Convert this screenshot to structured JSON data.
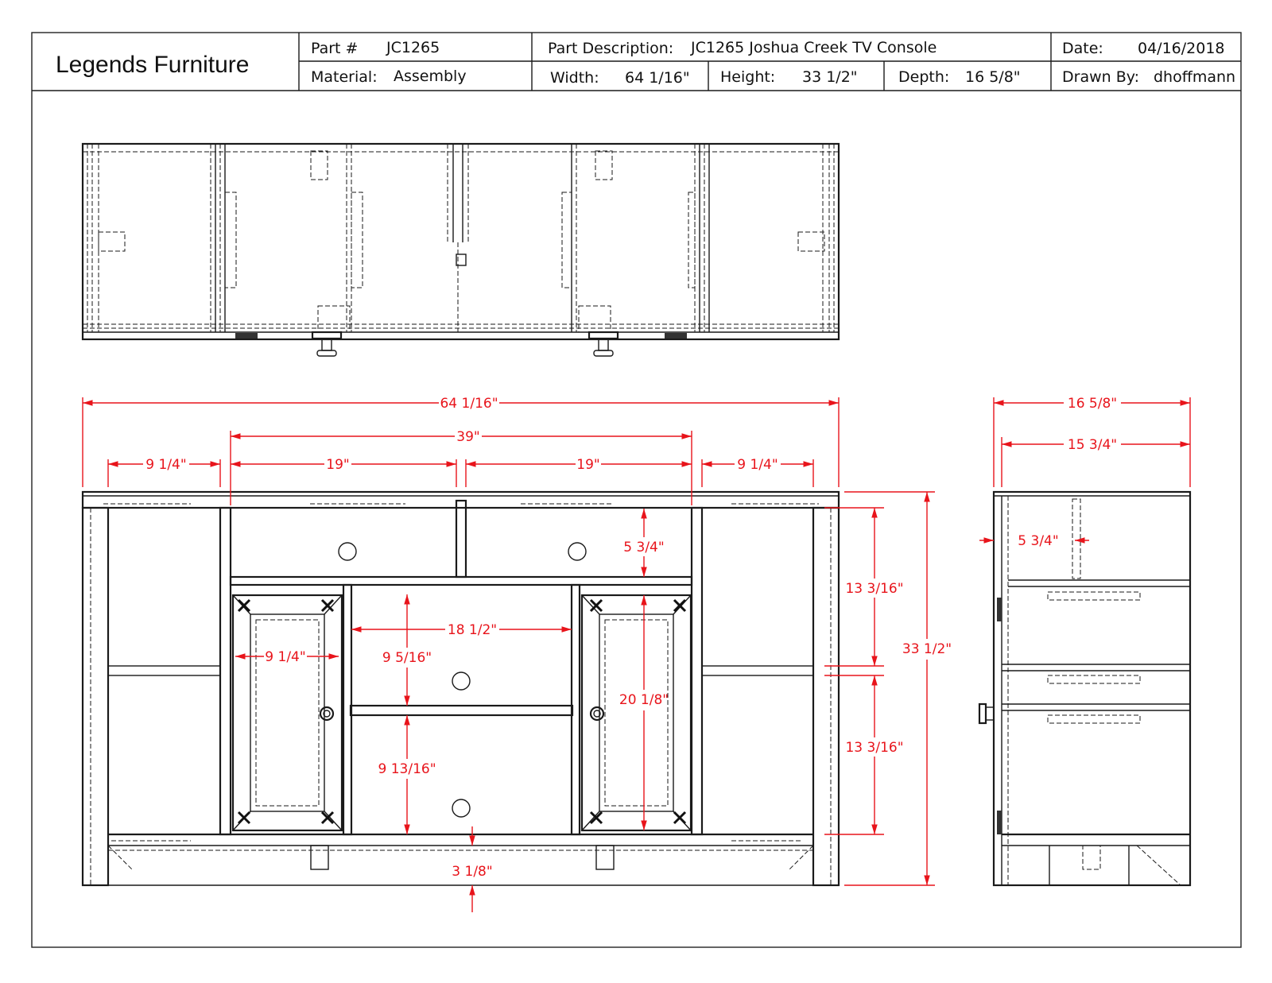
{
  "title_block": {
    "company": "Legends Furniture",
    "part_label": "Part #",
    "part_value": "JC1265",
    "description_label": "Part Description:",
    "description_value": "JC1265 Joshua Creek TV Console",
    "date_label": "Date:",
    "date_value": "04/16/2018",
    "material_label": "Material:",
    "material_value": "Assembly",
    "width_label": "Width:",
    "width_value": "64 1/16\"",
    "height_label": "Height:",
    "height_value": "33 1/2\"",
    "depth_label": "Depth:",
    "depth_value": "16 5/8\"",
    "drawn_label": "Drawn By:",
    "drawn_value": "dhoffmann"
  },
  "dimensions": {
    "overall_width": "64 1/16\"",
    "center_span": "39\"",
    "left_bay": "9 1/4\"",
    "left_center": "19\"",
    "right_center": "19\"",
    "right_bay": "9 1/4\"",
    "drawer_height": "5 3/4\"",
    "door_width": "9 1/4\"",
    "center_opening_width": "18 1/2\"",
    "upper_shelf_gap": "9 5/16\"",
    "door_height": "20 1/8\"",
    "lower_shelf_gap": "9 13/16\"",
    "base_height": "3 1/8\"",
    "side_upper": "13 3/16\"",
    "side_lower": "13 3/16\"",
    "overall_height": "33 1/2\"",
    "overall_depth": "16 5/8\"",
    "inner_depth": "15 3/4\"",
    "side_drawer_height": "5 3/4\""
  }
}
